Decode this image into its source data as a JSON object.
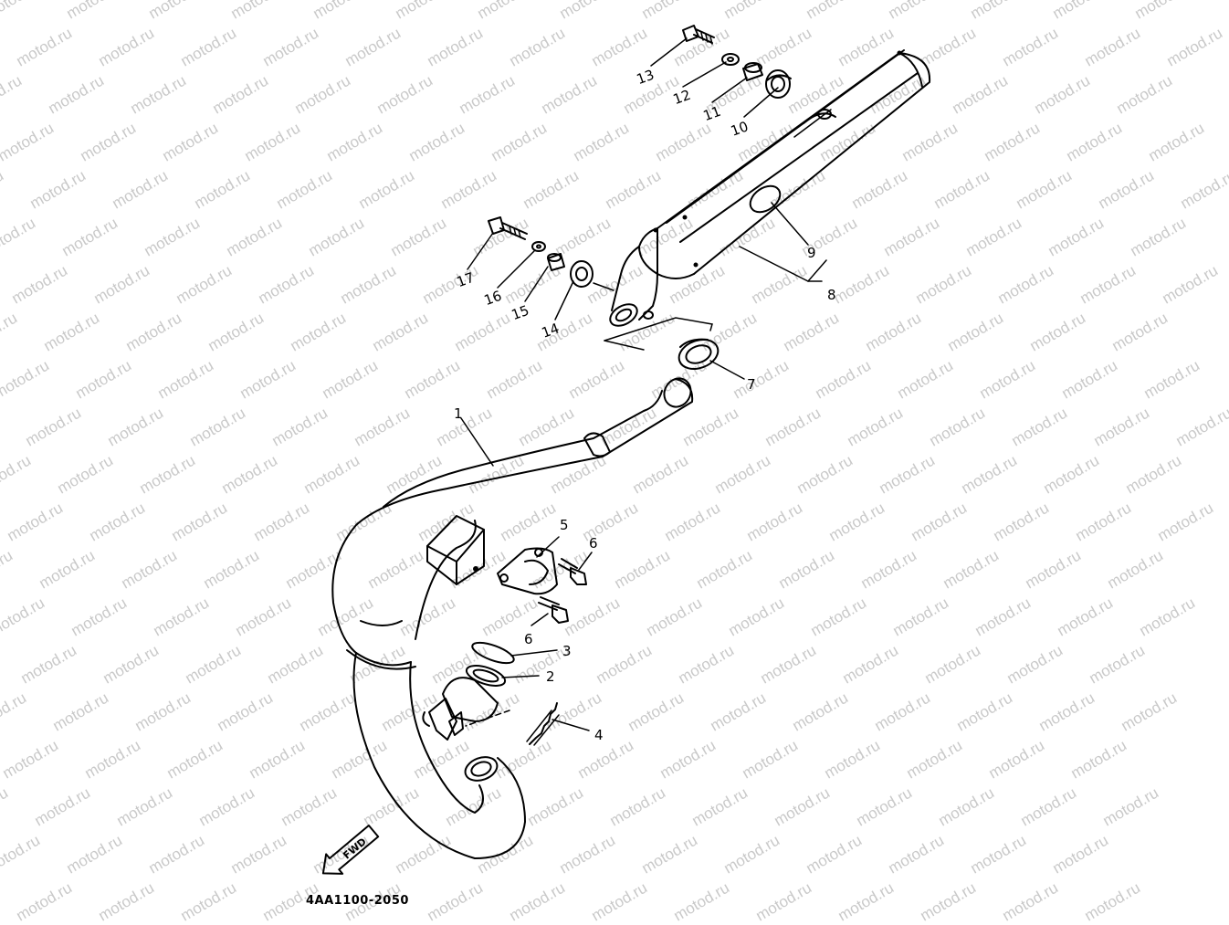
{
  "watermark": {
    "text": "motod.ru"
  },
  "diagram": {
    "code": "4AA1100-2050",
    "fwd_label": "FWD",
    "callouts": [
      {
        "id": "c1",
        "label": "1"
      },
      {
        "id": "c2",
        "label": "2"
      },
      {
        "id": "c3",
        "label": "3"
      },
      {
        "id": "c4",
        "label": "4"
      },
      {
        "id": "c5",
        "label": "5"
      },
      {
        "id": "c6a",
        "label": "6"
      },
      {
        "id": "c6b",
        "label": "6"
      },
      {
        "id": "c7",
        "label": "7"
      },
      {
        "id": "c8",
        "label": "8"
      },
      {
        "id": "c9",
        "label": "9"
      },
      {
        "id": "c10",
        "label": "10"
      },
      {
        "id": "c11",
        "label": "11"
      },
      {
        "id": "c12",
        "label": "12"
      },
      {
        "id": "c13",
        "label": "13"
      },
      {
        "id": "c14",
        "label": "14"
      },
      {
        "id": "c15",
        "label": "15"
      },
      {
        "id": "c16",
        "label": "16"
      },
      {
        "id": "c17",
        "label": "17"
      }
    ]
  }
}
